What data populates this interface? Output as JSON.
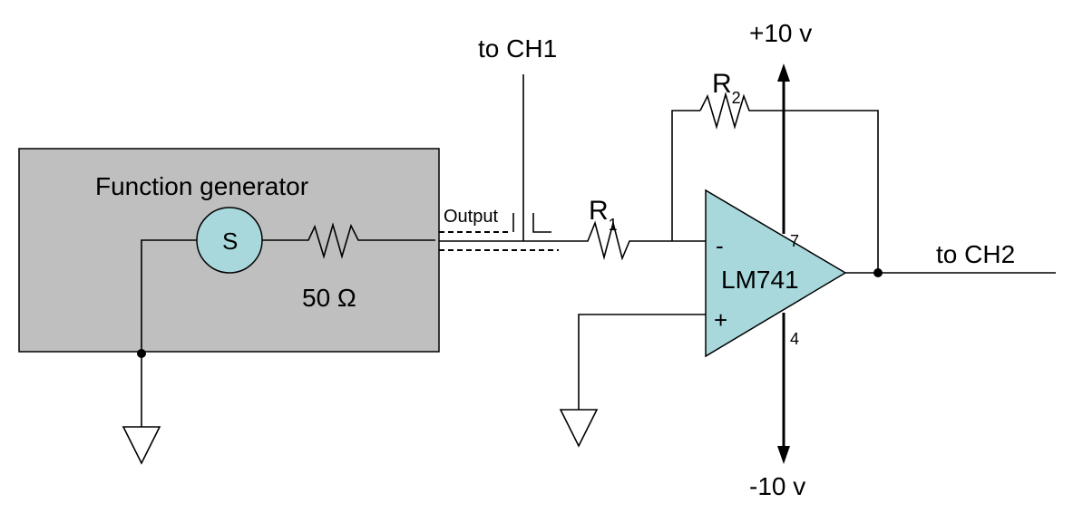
{
  "generator": {
    "title": "Function generator",
    "source_symbol": "S",
    "internal_resistance": "50 Ω",
    "output_label": "Output"
  },
  "probes": {
    "ch1": "to CH1",
    "ch2": "to CH2"
  },
  "resistors": {
    "r1": {
      "letter": "R",
      "sub": "1"
    },
    "r2": {
      "letter": "R",
      "sub": "2"
    }
  },
  "opamp": {
    "model": "LM741",
    "inverting": "-",
    "noninverting": "+",
    "pin_vplus": "7",
    "pin_vminus": "4"
  },
  "supplies": {
    "positive": "+10 v",
    "negative": "-10 v"
  },
  "colors": {
    "generator_fill": "#bfbfbf",
    "component_fill": "#a8d8dc"
  }
}
